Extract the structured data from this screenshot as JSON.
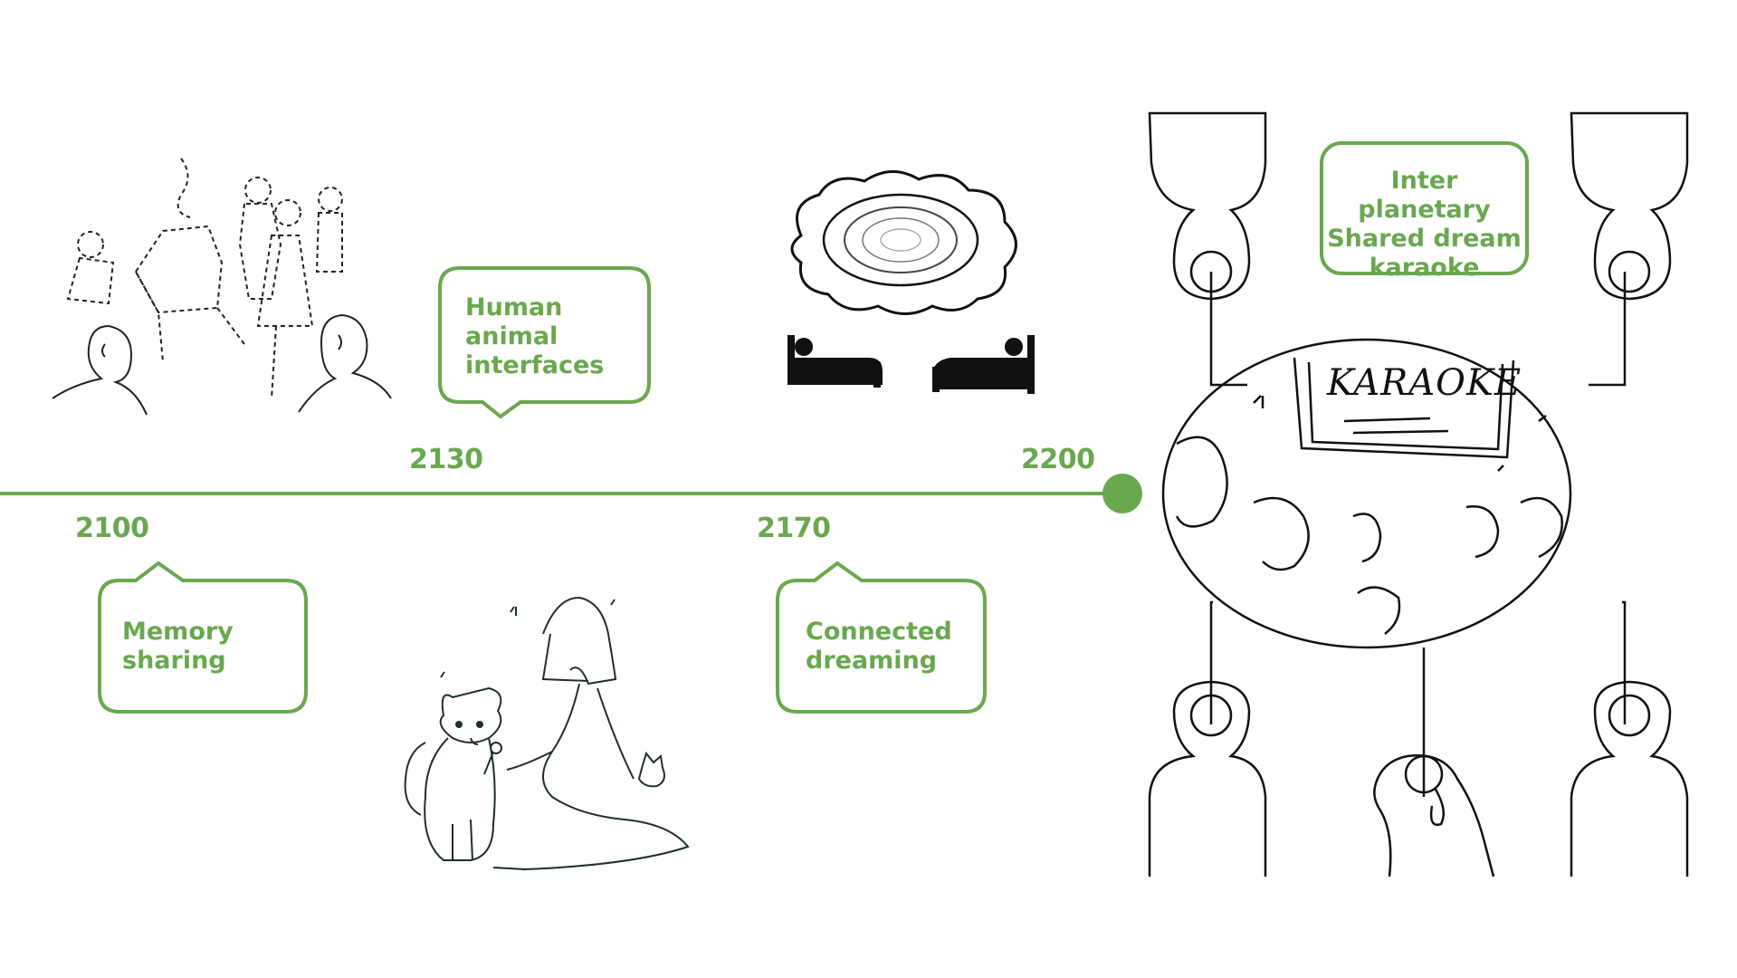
{
  "timeline": {
    "accent_color": "#6aa84f",
    "events": [
      {
        "year": "2100",
        "label": "Memory\nsharing"
      },
      {
        "year": "2130",
        "label": "Human\nanimal\ninterfaces"
      },
      {
        "year": "2170",
        "label": "Connected\ndreaming"
      },
      {
        "year": "2200",
        "label": "Inter planetary\nShared dream\nkaraoke"
      }
    ]
  },
  "illustrations": {
    "karaoke_screen_text": "KARAOKE"
  }
}
